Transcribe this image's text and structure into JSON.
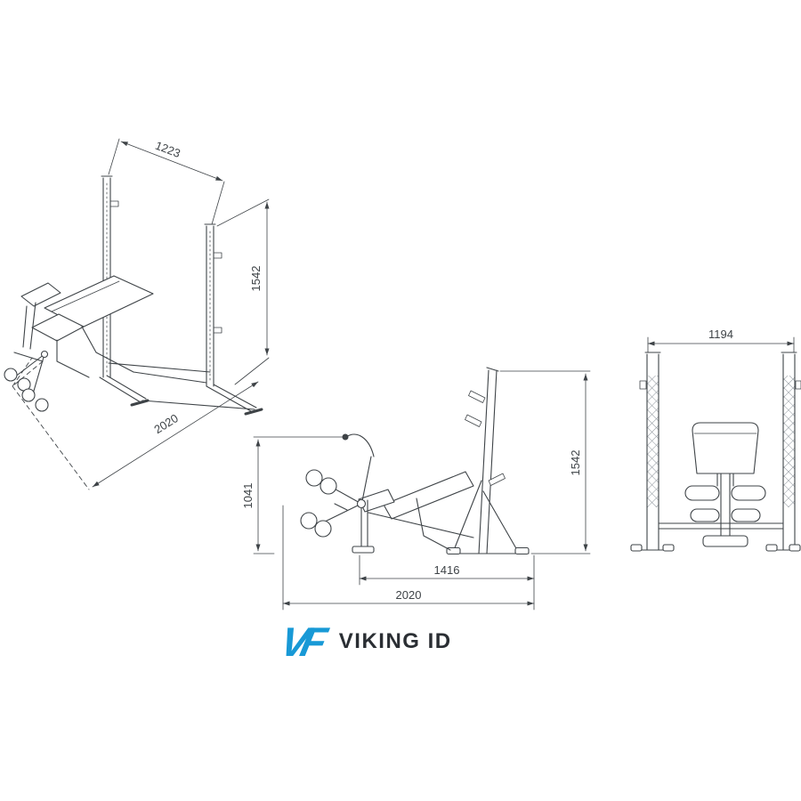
{
  "views": {
    "isometric": {
      "width": "1223",
      "height": "1542",
      "depth": "2020"
    },
    "side": {
      "front_height": "1041",
      "rack_height": "1542",
      "inner_length": "1416",
      "overall_length": "2020"
    },
    "front": {
      "width": "1194"
    }
  },
  "logo": {
    "mark": "VF",
    "brand": "VIKING ID"
  },
  "colors": {
    "line": "#3e4347",
    "logo_blue": "#1899d6",
    "logo_text": "#2a2e33"
  }
}
